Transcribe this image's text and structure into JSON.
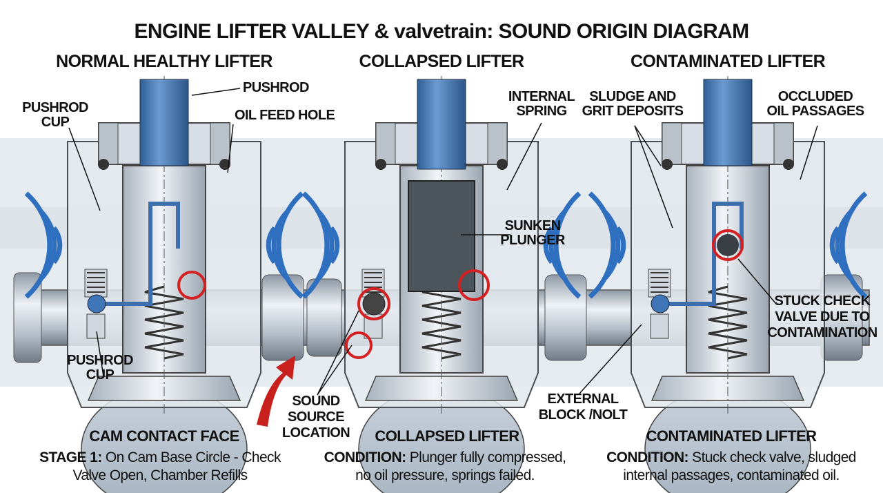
{
  "title": "ENGINE LIFTER VALLEY & valvetrain: SOUND ORIGIN DIAGRAM",
  "panels": [
    {
      "heading": "NORMAL HEALTHY LIFTER",
      "footer": "CAM CONTACT FACE",
      "caption_label": "STAGE 1:",
      "caption_text_1": " On Cam Base Circle - Check",
      "caption_text_2": "Valve Open, Chamber Refills"
    },
    {
      "heading": "COLLAPSED LIFTER",
      "footer": "COLLAPSED LIFTER",
      "caption_label": "CONDITION:",
      "caption_text_1": " Plunger fully compressed,",
      "caption_text_2": "no oil pressure, springs failed."
    },
    {
      "heading": "CONTAMINATED LIFTER",
      "footer": "CONTAMINATED LIFTER",
      "caption_label": "CONDITION:",
      "caption_text_1": " Stuck check valve, sludged",
      "caption_text_2": "internal passages, contaminated oil."
    }
  ],
  "callouts": {
    "pushrod": "PUSHROD",
    "pushrod_cup_top_1": "PUSHROD",
    "pushrod_cup_top_2": "CUP",
    "oil_feed_hole": "OIL FEED HOLE",
    "pushrod_cup_bottom_1": "PUSHROD",
    "pushrod_cup_bottom_2": "CUP",
    "internal_spring_1": "INTERNAL",
    "internal_spring_2": "SPRING",
    "sunken_plunger_1": "SUNKEN",
    "sunken_plunger_2": "PLUNGER",
    "sound_source_1": "SOUND",
    "sound_source_2": "SOURCE",
    "sound_source_3": "LOCATION",
    "sludge_1": "SLUDGE AND",
    "sludge_2": "GRIT DEPOSITS",
    "occluded_1": "OCCLUDED",
    "occluded_2": "OIL PASSAGES",
    "stuck_1": "STUCK CHECK",
    "stuck_2": "VALVE DUE TO",
    "stuck_3": "CONTAMINATION",
    "external_1": "EXTERNAL",
    "external_2": "BLOCK /NOLT"
  },
  "colors": {
    "pushrod": "#4a7fb8",
    "sound_wave": "#2f6fc0",
    "highlight": "#d42020",
    "arrow": "#c8201c"
  }
}
